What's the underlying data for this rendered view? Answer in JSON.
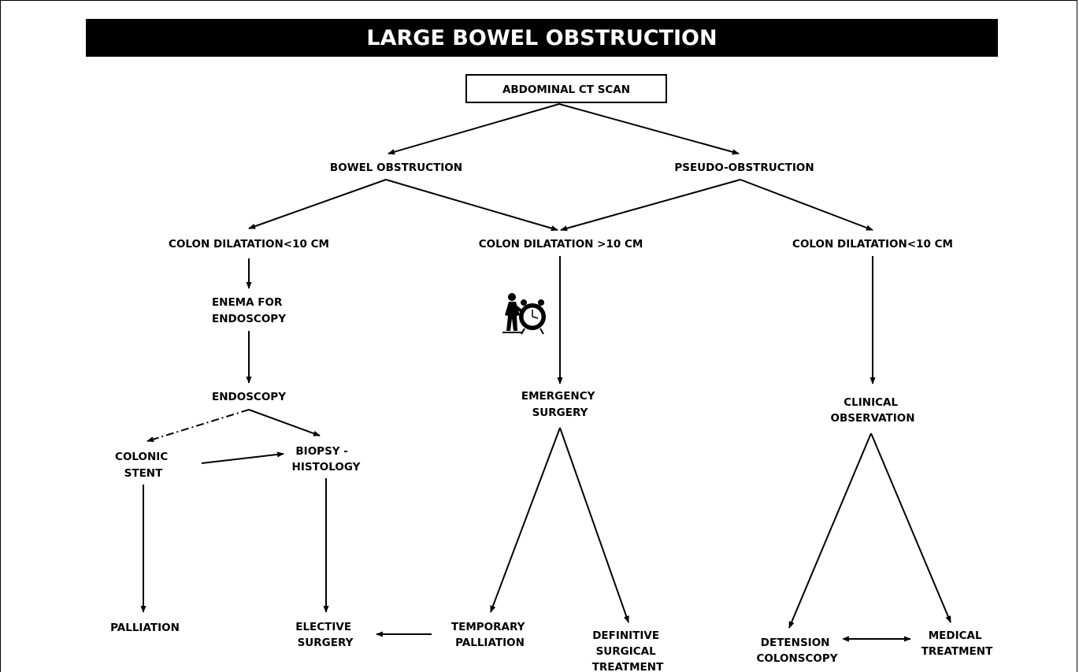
{
  "title": "LARGE BOWEL OBSTRUCTION",
  "nodes": {
    "ct_scan": "ABDOMINAL CT SCAN",
    "bowel_obstruction": "BOWEL OBSTRUCTION",
    "pseudo_obstruction": "PSEUDO-OBSTRUCTION",
    "colon_dil_lt10_left": "COLON DILATATION<10 CM",
    "colon_dil_gt10": "COLON DILATATION >10 CM",
    "colon_dil_lt10_right": "COLON DILATATION<10 CM",
    "enema": [
      "ENEMA FOR",
      "ENDOSCOPY"
    ],
    "endoscopy": "ENDOSCOPY",
    "colonic_stent": [
      "COLONIC",
      "STENT"
    ],
    "biopsy": [
      "BIOPSY -",
      "HISTOLOGY"
    ],
    "emergency_surgery": [
      "EMERGENCY",
      "SURGERY"
    ],
    "clinical_observation": [
      "CLINICAL",
      "OBSERVATION"
    ],
    "palliation": "PALLIATION",
    "elective_surgery": [
      "ELECTIVE",
      "SURGERY"
    ],
    "temporary_palliation": [
      "TEMPORARY",
      "PALLIATION"
    ],
    "definitive_treatment": [
      "DEFINITIVE",
      "SURGICAL",
      "TREATMENT"
    ],
    "detension_colonoscopy": [
      "DETENSION",
      "COLONSCOPY"
    ],
    "medical_treatment": [
      "MEDICAL",
      "TREATMENT"
    ]
  },
  "icons": {
    "urgency": "doctor-with-alarm-clock-icon"
  }
}
